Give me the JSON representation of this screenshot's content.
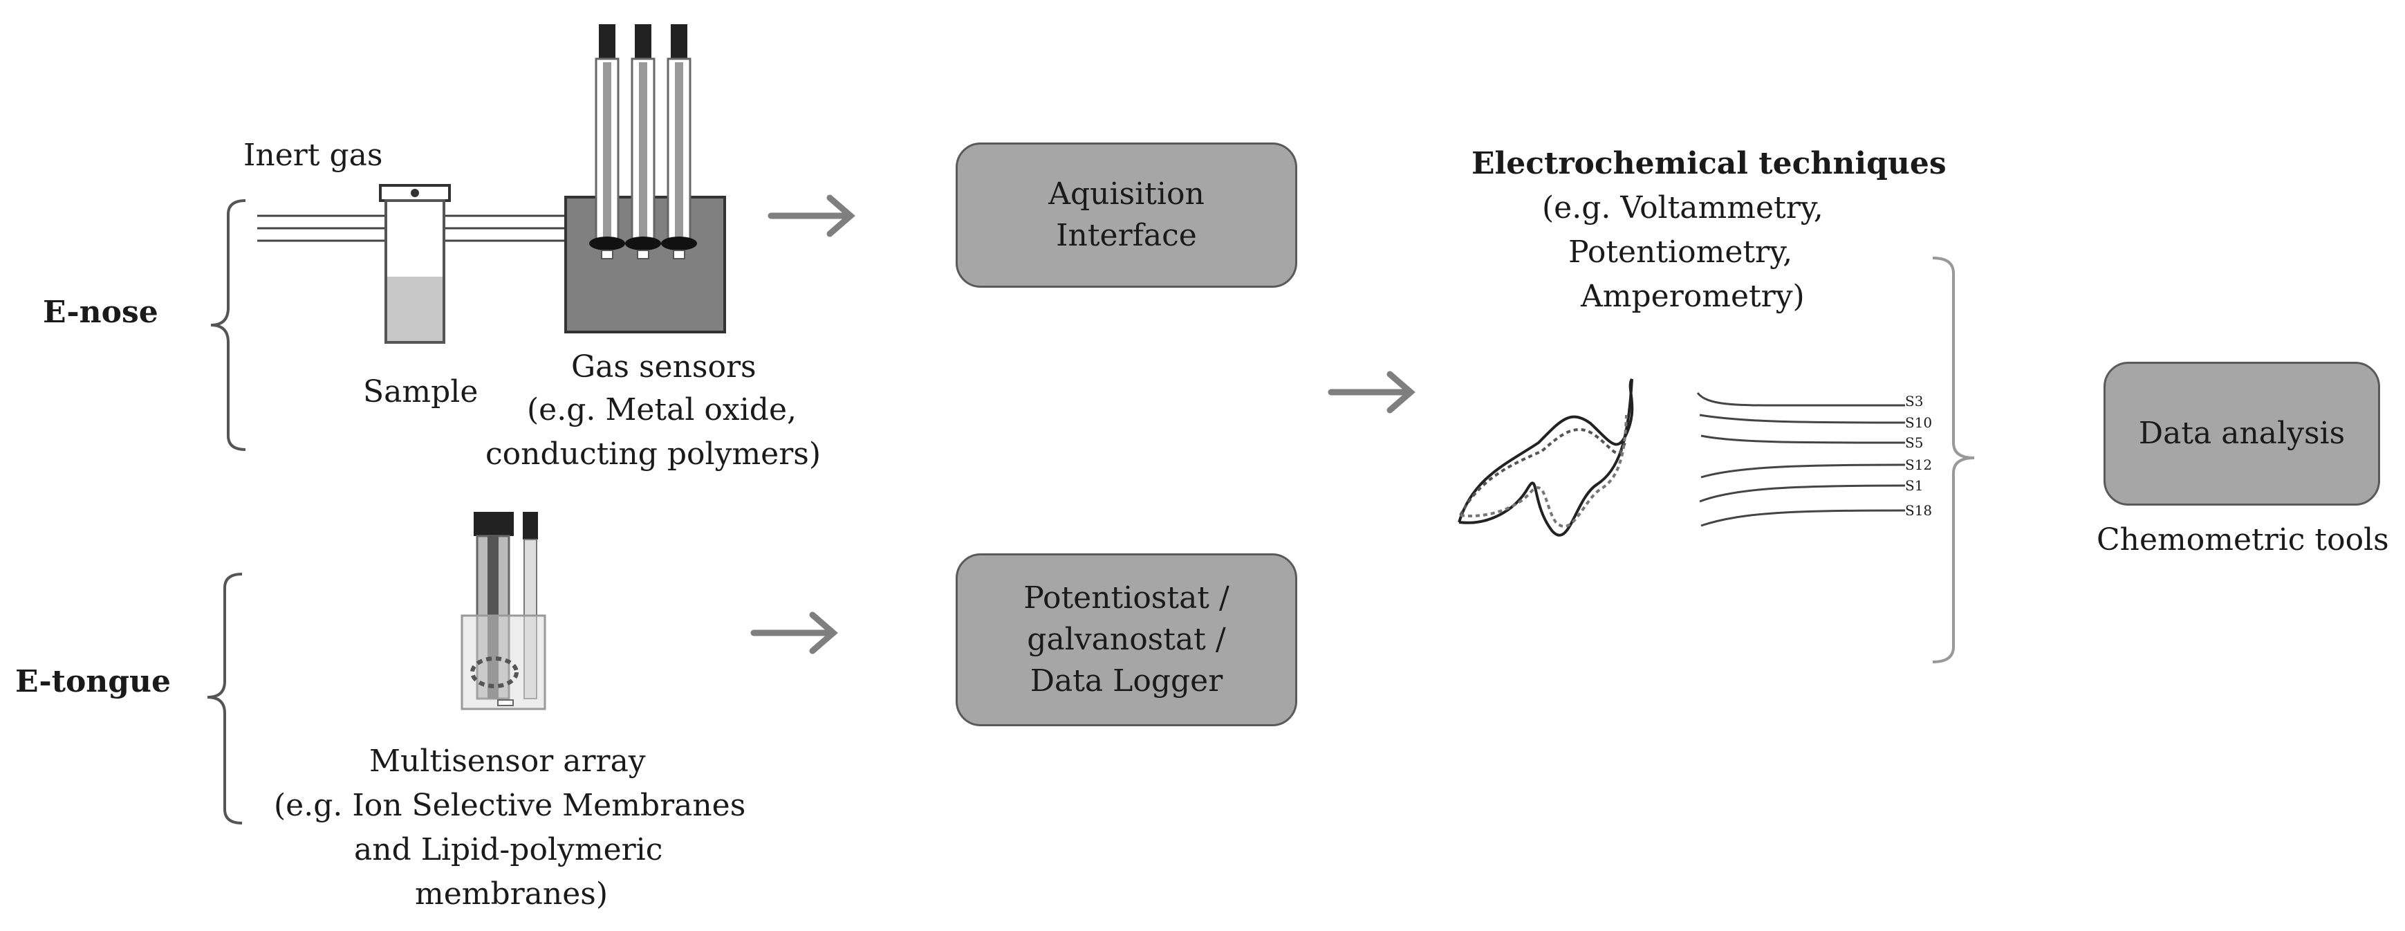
{
  "enose": {
    "label": "E-nose",
    "inert_gas_label": "Inert gas",
    "sample_label": "Sample",
    "sensors_label_line1": "Gas sensors",
    "sensors_label_line2": "(e.g. Metal oxide,",
    "sensors_label_line3": "conducting  polymers)"
  },
  "etongue": {
    "label": "E-tongue",
    "array_label_line1": "Multisensor  array",
    "array_label_line2": "(e.g. Ion Selective  Membranes",
    "array_label_line3": "and Lipid-polymeric",
    "array_label_line4": "membranes)"
  },
  "boxes": {
    "acquisition_line1": "Aquisition",
    "acquisition_line2": "Interface",
    "potentiostat_line1": "Potentiostat  /",
    "potentiostat_line2": "galvanostat  /",
    "potentiostat_line3": "Data Logger",
    "data_analysis": "Data analysis"
  },
  "techniques": {
    "title": "Electrochemical techniques",
    "line2": "(e.g. Voltammetry,",
    "line3": "Potentiometry,",
    "line4": "Amperometry)"
  },
  "signal_labels": [
    "S3",
    "S10",
    "S5",
    "S12",
    "S1",
    "S18"
  ],
  "chemometric_label": "Chemometric  tools",
  "colors": {
    "box_fill": "#a6a6a6",
    "box_border": "#5a5a5a",
    "arrow": "#7f7f7f",
    "bracket": "#555555",
    "vessel": "#808080"
  }
}
